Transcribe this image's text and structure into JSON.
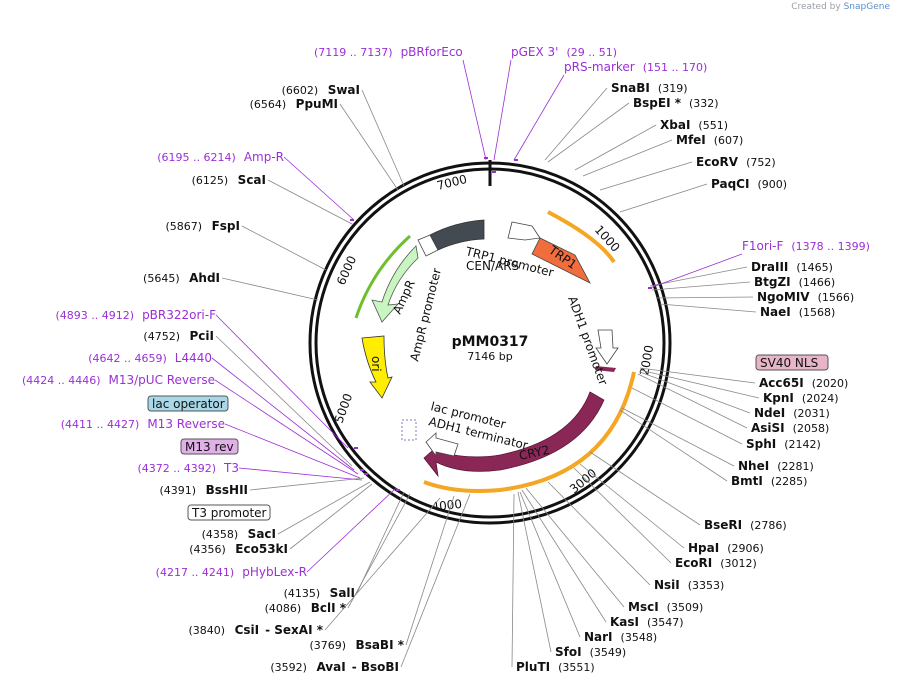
{
  "credit": {
    "prefix": "Created by",
    "brand": "SnapGene"
  },
  "plasmid": {
    "name": "pMM0317",
    "length": "7146 bp"
  },
  "ticks": [
    "1000",
    "2000",
    "3000",
    "4000",
    "5000",
    "6000",
    "7000"
  ],
  "features": {
    "trp1": "TRP1",
    "trp1_promoter": "TRP1 promoter",
    "cen_ars": "CEN/ARS",
    "adh1_promoter": "ADH1 promoter",
    "cry2": "CRY2",
    "adh1_terminator": "ADH1 terminator",
    "lac_promoter": "lac promoter",
    "ori": "ori",
    "ampr_promoter": "AmpR promoter",
    "ampr": "AmpR"
  },
  "primers_right": [
    {
      "range": "(7119 .. 7137)",
      "name": "pBRforEco"
    },
    {
      "range": "pGEX 3'",
      "name": "(29 .. 51)"
    },
    {
      "range": "pRS-marker",
      "name": "(151 .. 170)"
    },
    {
      "range": "F1ori-F",
      "name": "(1378 .. 1399)"
    }
  ],
  "primers_left": [
    {
      "range": "(6195 .. 6214)",
      "name": "Amp-R"
    },
    {
      "range": "(4893 .. 4912)",
      "name": "pBR322ori-F"
    },
    {
      "range": "(4642 .. 4659)",
      "name": "L4440"
    },
    {
      "range": "(4424 .. 4446)",
      "name": "M13/pUC Reverse"
    },
    {
      "range": "(4411 .. 4427)",
      "name": "M13 Reverse"
    },
    {
      "range": "(4372 .. 4392)",
      "name": "T3"
    },
    {
      "range": "(4217 .. 4241)",
      "name": "pHybLex-R"
    }
  ],
  "boxes": {
    "sv40": "SV40 NLS",
    "lac_operator": "lac operator",
    "m13rev": "M13 rev",
    "t3_promoter": "T3 promoter"
  },
  "enzymes_right": [
    {
      "name": "SnaBI",
      "pos": "(319)"
    },
    {
      "name": "BspEI *",
      "pos": "(332)"
    },
    {
      "name": "XbaI",
      "pos": "(551)"
    },
    {
      "name": "MfeI",
      "pos": "(607)"
    },
    {
      "name": "EcoRV",
      "pos": "(752)"
    },
    {
      "name": "PaqCI",
      "pos": "(900)"
    },
    {
      "name": "DraIII",
      "pos": "(1465)"
    },
    {
      "name": "BtgZI",
      "pos": "(1466)"
    },
    {
      "name": "NgoMIV",
      "pos": "(1566)"
    },
    {
      "name": "NaeI",
      "pos": "(1568)"
    },
    {
      "name": "Acc65I",
      "pos": "(2020)"
    },
    {
      "name": "KpnI",
      "pos": "(2024)"
    },
    {
      "name": "NdeI",
      "pos": "(2031)"
    },
    {
      "name": "AsiSI",
      "pos": "(2058)"
    },
    {
      "name": "SphI",
      "pos": "(2142)"
    },
    {
      "name": "NheI",
      "pos": "(2281)"
    },
    {
      "name": "BmtI",
      "pos": "(2285)"
    },
    {
      "name": "BseRI",
      "pos": "(2786)"
    },
    {
      "name": "HpaI",
      "pos": "(2906)"
    },
    {
      "name": "EcoRI",
      "pos": "(3012)"
    },
    {
      "name": "NsiI",
      "pos": "(3353)"
    },
    {
      "name": "MscI",
      "pos": "(3509)"
    },
    {
      "name": "KasI",
      "pos": "(3547)"
    },
    {
      "name": "NarI",
      "pos": "(3548)"
    },
    {
      "name": "SfoI",
      "pos": "(3549)"
    },
    {
      "name": "PluTI",
      "pos": "(3551)"
    }
  ],
  "enzymes_left": [
    {
      "pos": "(6602)",
      "name": "SwaI"
    },
    {
      "pos": "(6564)",
      "name": "PpuMI"
    },
    {
      "pos": "(6125)",
      "name": "ScaI"
    },
    {
      "pos": "(5867)",
      "name": "FspI"
    },
    {
      "pos": "(5645)",
      "name": "AhdI"
    },
    {
      "pos": "(4752)",
      "name": "PciI"
    },
    {
      "pos": "(4391)",
      "name": "BssHII"
    },
    {
      "pos": "(4358)",
      "name": "SacI"
    },
    {
      "pos": "(4356)",
      "name": "Eco53kI"
    },
    {
      "pos": "(4135)",
      "name": "SalI"
    },
    {
      "pos": "(4086)",
      "name": "BclI *"
    },
    {
      "pos": "(3840)",
      "name": "CsiI",
      "extra": "-  SexAI *"
    },
    {
      "pos": "(3769)",
      "name": "BsaBI *"
    },
    {
      "pos": "(3592)",
      "name": "AvaI",
      "extra": "-  BsoBI"
    }
  ]
}
